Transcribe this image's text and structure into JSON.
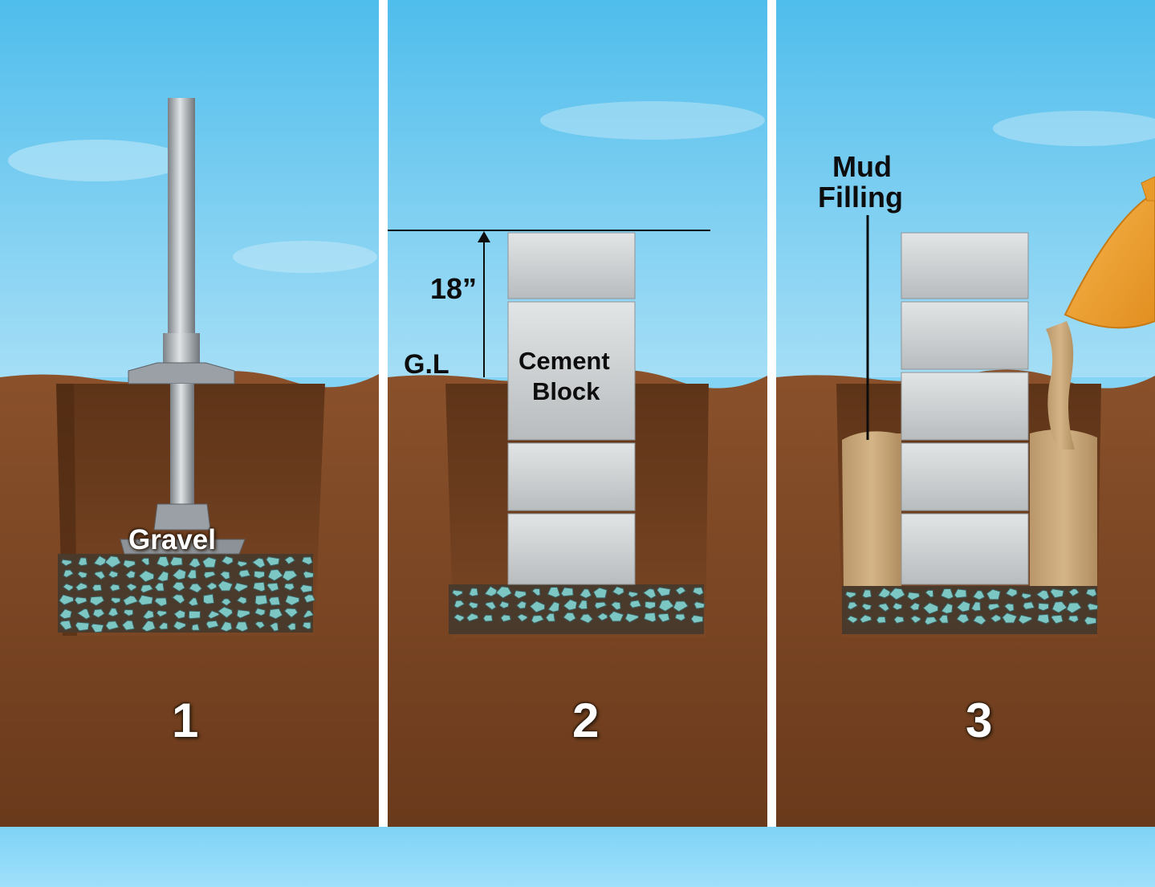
{
  "panels": [
    {
      "step": "1",
      "label": "Gravel"
    },
    {
      "step": "2",
      "height_label": "18”",
      "ground_label": "G.L",
      "block_label_line1": "Cement",
      "block_label_line2": "Block"
    },
    {
      "step": "3",
      "label_line1": "Mud",
      "label_line2": "Filling"
    }
  ],
  "colors": {
    "sky": "#6ccbf2",
    "soil": "#7a4522",
    "gravel": "#7cc7c4",
    "cement": "#cfd2d3",
    "mud": "#c8a778",
    "funnel": "#f3a533",
    "pipe": "#a9afb4"
  }
}
